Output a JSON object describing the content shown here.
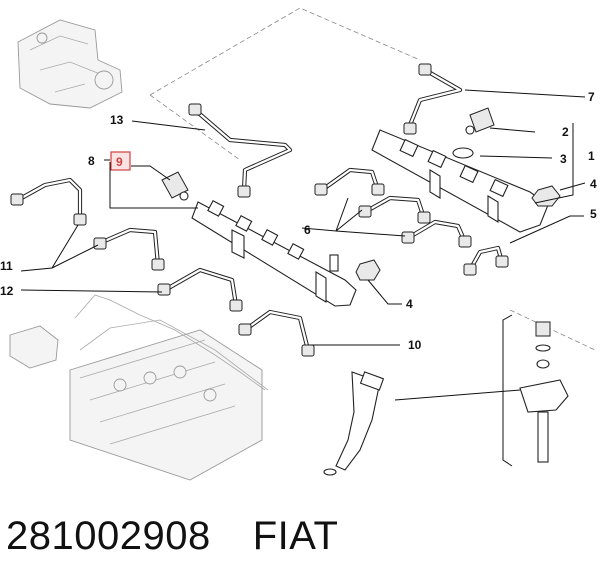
{
  "callouts": {
    "c1": "1",
    "c2": "2",
    "c3": "3",
    "c4a": "4",
    "c4b": "4",
    "c5": "5",
    "c6": "6",
    "c7": "7",
    "c8": "8",
    "c9": "9",
    "c10": "10",
    "c11": "11",
    "c12": "12",
    "c13": "13"
  },
  "highlight_color": "#d1403f",
  "footer": {
    "part_number": "281002908",
    "brand": "FIAT"
  }
}
